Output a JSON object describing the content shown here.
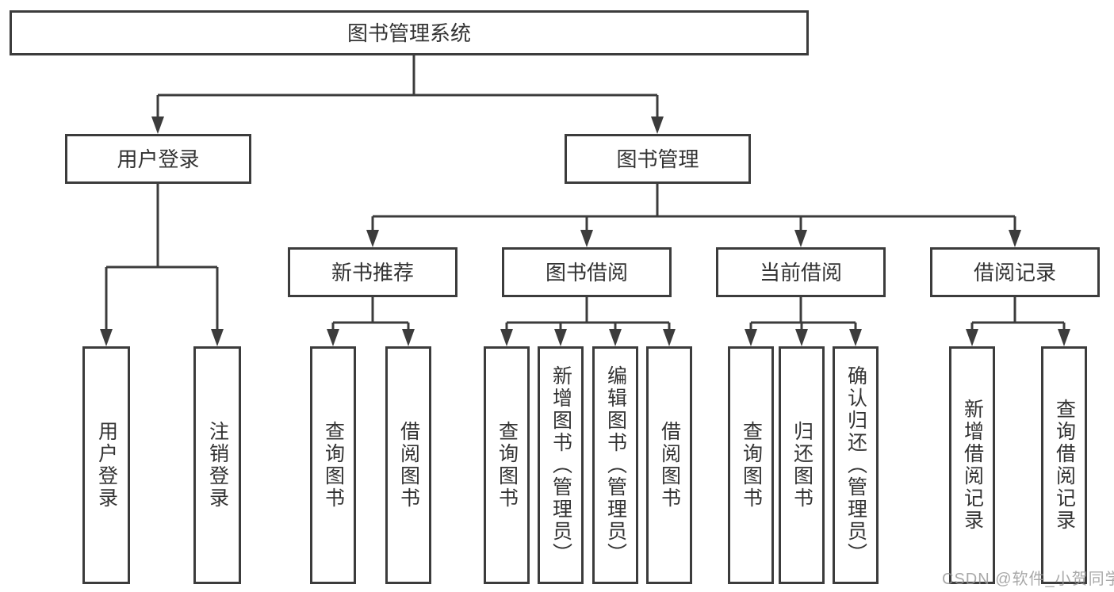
{
  "diagram": {
    "root": {
      "label": "图书管理系统"
    },
    "branches": [
      {
        "label": "用户登录",
        "children": [
          {
            "label": "用户登录"
          },
          {
            "label": "注销登录"
          }
        ]
      },
      {
        "label": "图书管理",
        "children": [
          {
            "label": "新书推荐",
            "children": [
              {
                "label": "查询图书"
              },
              {
                "label": "借阅图书"
              }
            ]
          },
          {
            "label": "图书借阅",
            "children": [
              {
                "label": "查询图书"
              },
              {
                "label": "新增图书（管理员）"
              },
              {
                "label": "编辑图书（管理员）"
              },
              {
                "label": "借阅图书"
              }
            ]
          },
          {
            "label": "当前借阅",
            "children": [
              {
                "label": "查询图书"
              },
              {
                "label": "归还图书"
              },
              {
                "label": "确认归还（管理员）"
              }
            ]
          },
          {
            "label": "借阅记录",
            "children": [
              {
                "label": "新增借阅记录"
              },
              {
                "label": "查询借阅记录"
              }
            ]
          }
        ]
      }
    ]
  },
  "watermark": {
    "text": "CSDN @软件_小贺同学"
  },
  "colors": {
    "line": "#3c3c3c",
    "box_border": "#3c3c3c",
    "text": "#333333",
    "watermark": "#969696",
    "background": "#ffffff"
  }
}
